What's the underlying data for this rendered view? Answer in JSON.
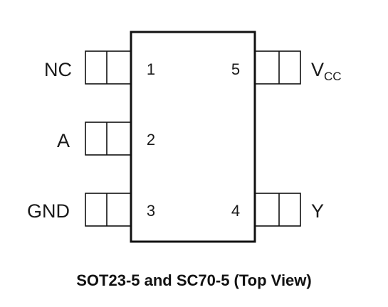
{
  "package": {
    "caption": "SOT23-5 and SC70-5 (Top View)"
  },
  "pins": [
    {
      "number": "1",
      "name": "NC",
      "side": "left"
    },
    {
      "number": "2",
      "name": "A",
      "side": "left"
    },
    {
      "number": "3",
      "name": "GND",
      "side": "left"
    },
    {
      "number": "4",
      "name": "Y",
      "side": "right"
    },
    {
      "number": "5",
      "name_main": "V",
      "name_sub": "CC",
      "side": "right"
    }
  ],
  "colors": {
    "stroke": "#111111",
    "text": "#1a1a1a",
    "background": "#ffffff"
  }
}
